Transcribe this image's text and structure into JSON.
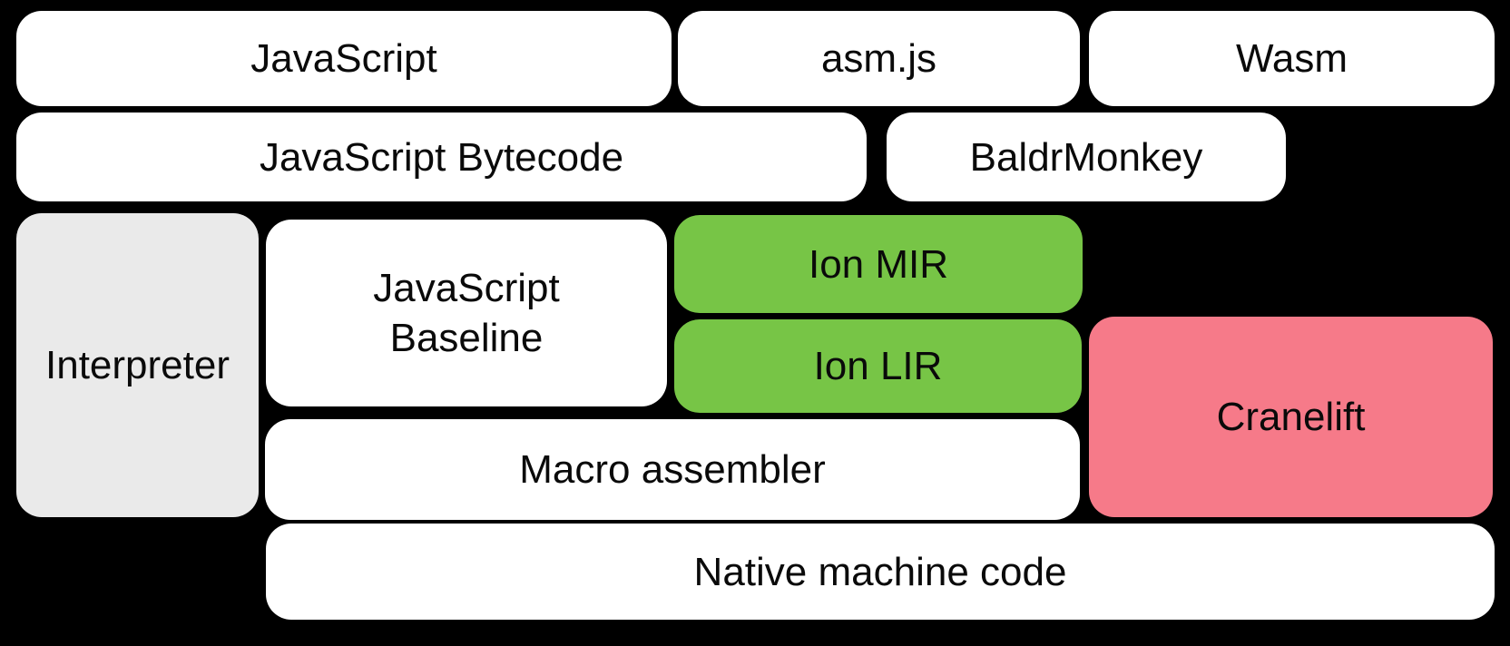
{
  "colors": {
    "background": "#000000",
    "white": "#ffffff",
    "gray": "#eaeaea",
    "green": "#77c546",
    "pink": "#f67a89",
    "text": "#0a0a0a"
  },
  "boxes": [
    {
      "label": "JavaScript",
      "fill": "white"
    },
    {
      "label": "asm.js",
      "fill": "white"
    },
    {
      "label": "Wasm",
      "fill": "white"
    },
    {
      "label": "JavaScript Bytecode",
      "fill": "white"
    },
    {
      "label": "BaldrMonkey",
      "fill": "white"
    },
    {
      "label": "Interpreter",
      "fill": "gray"
    },
    {
      "label": "JavaScript\nBaseline",
      "fill": "white"
    },
    {
      "label": "Ion MIR",
      "fill": "green"
    },
    {
      "label": "Ion LIR",
      "fill": "green"
    },
    {
      "label": "Cranelift",
      "fill": "pink"
    },
    {
      "label": "Macro assembler",
      "fill": "white"
    },
    {
      "label": "Native machine code",
      "fill": "white"
    }
  ]
}
